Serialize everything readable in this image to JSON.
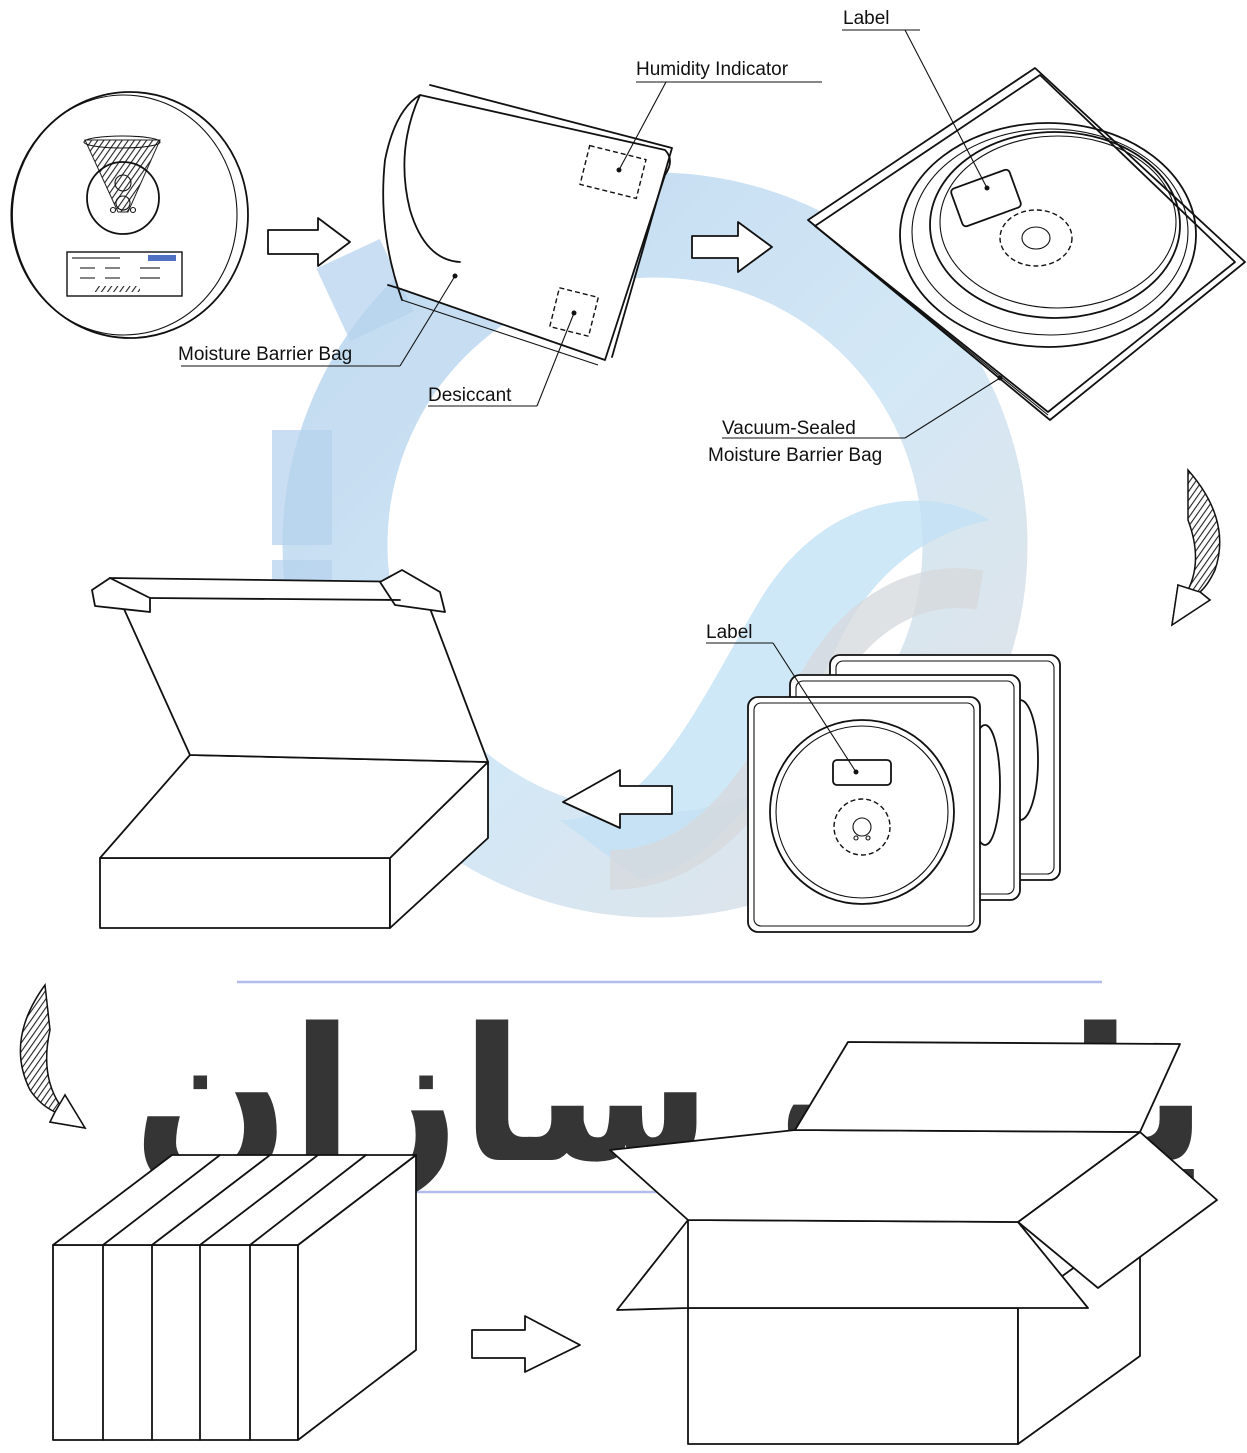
{
  "labels": {
    "label_top": "Label",
    "humidity_indicator": "Humidity Indicator",
    "moisture_barrier_bag": "Moisture Barrier Bag",
    "desiccant": "Desiccant",
    "vacuum_sealed_line1": "Vacuum-Sealed",
    "vacuum_sealed_line2": "Moisture Barrier Bag",
    "label_middle": "Label"
  },
  "watermark": {
    "text": "پارت سازان",
    "text_color": "#b4bdf0",
    "rule_color": "#a6b1ea",
    "gear_color": "#b8cfe6",
    "gear_inner_color": "#d5d6d9"
  },
  "icons": {
    "step_arrow": "hollow-right-arrow-icon",
    "curved_arrow": "curved-down-arrow-icon",
    "reel": "tape-reel-icon",
    "box": "carton-box-icon"
  }
}
